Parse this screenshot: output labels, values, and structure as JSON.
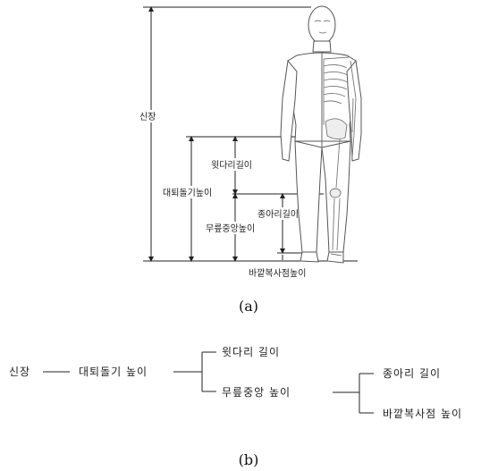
{
  "part_a": {
    "labels": {
      "height": "신장",
      "upper_leg_length": "윗다리길이",
      "crotch_height": "대퇴돌기높이",
      "lower_leg_length": "종아리길이",
      "knee_mid_height": "무릎중앙높이",
      "lateral_malleolus_height": "바깥복사점높이"
    },
    "caption": "(a)"
  },
  "part_b": {
    "nodes": {
      "height": "신장",
      "crotch_height": "대퇴돌기 높이",
      "upper_leg_length": "윗다리 길이",
      "knee_mid_height": "무릎중앙 높이",
      "lower_leg_length": "종아리 길이",
      "lateral_malleolus_height": "바깥복사점 높이"
    },
    "caption": "(b)"
  }
}
